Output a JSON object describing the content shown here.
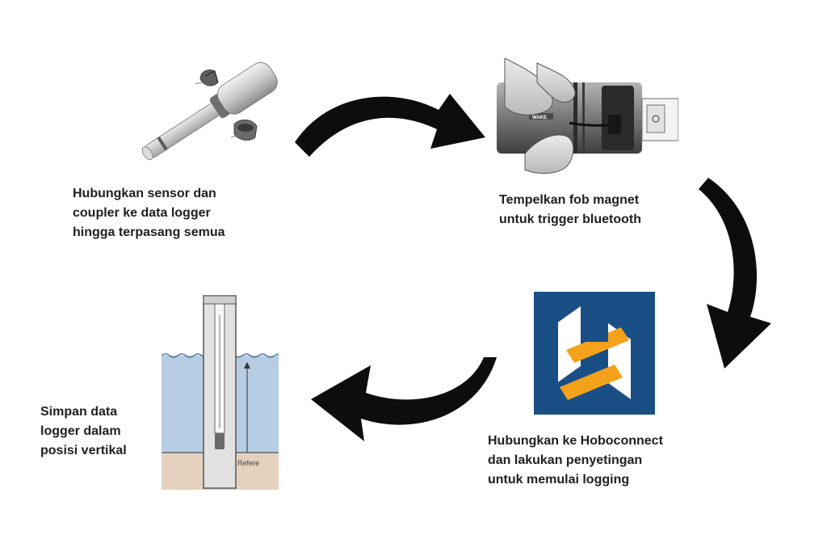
{
  "colors": {
    "arrow": "#0d0d0d",
    "app_tile": "#1a4f86",
    "app_orange": "#f5a21b",
    "water": "#b6cde3",
    "soil": "#e4d2bf"
  },
  "steps": [
    {
      "lines": [
        "Hubungkan sensor dan",
        "coupler ke data logger",
        "hingga terpasang semua"
      ],
      "icon": "data-logger-sensor-image"
    },
    {
      "lines": [
        "Tempelkan fob magnet",
        "untuk trigger bluetooth"
      ],
      "icon": "magnet-fob-image",
      "device_label": "WAKE"
    },
    {
      "lines": [
        "Hubungkan ke Hoboconnect",
        "dan lakukan penyetingan",
        "untuk memulai logging"
      ],
      "icon": "hoboconnect-logo"
    },
    {
      "lines": [
        "Simpan data",
        "logger dalam",
        "posisi vertikal"
      ],
      "icon": "well-installation-image",
      "diagram_label": "Refere"
    }
  ]
}
